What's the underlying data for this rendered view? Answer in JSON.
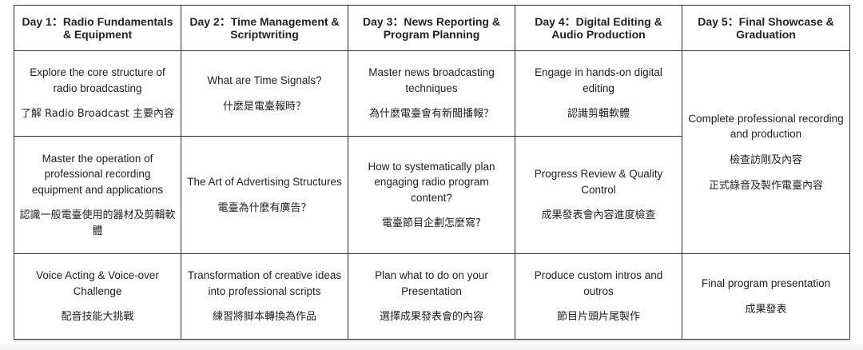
{
  "headers": [
    "Day 1：Radio Fundamentals & Equipment",
    "Day 2：Time Management & Scriptwriting",
    "Day 3：News Reporting & Program Planning",
    "Day 4：Digital Editing & Audio Production",
    "Day 5：Final Showcase & Graduation"
  ],
  "rows": [
    [
      {
        "en": "Explore the core structure of radio broadcasting",
        "zh": "了解 Radio Broadcast 主要內容"
      },
      {
        "en": "What are Time Signals?",
        "zh": "什麼是電臺報時？"
      },
      {
        "en": "Master news broadcasting techniques",
        "zh": "為什麼電臺會有新聞播報？"
      },
      {
        "en": "Engage in hands-on digital editing",
        "zh": "認識剪輯軟體"
      }
    ],
    [
      {
        "en": "Master the operation of professional recording equipment and applications",
        "zh": "認識一般電臺使用的器材及剪輯軟體"
      },
      {
        "en": "The Art of Advertising Structures",
        "zh": "電臺為什麼有廣告？"
      },
      {
        "en": "How to systematically plan engaging radio program content?",
        "zh": "電臺節目企劃怎麼寫?"
      },
      {
        "en": "Progress Review & Quality Control",
        "zh": "成果發表會內容進度檢查"
      }
    ],
    [
      {
        "en": "Voice Acting & Voice-over Challenge",
        "zh": "配音技能大挑戰"
      },
      {
        "en": "Transformation of creative ideas into professional scripts",
        "zh": "練習將脚本轉換為作品"
      },
      {
        "en": "Plan what to do on your Presentation",
        "zh": "選擇成果發表會的內容"
      },
      {
        "en": "Produce custom intros and outros",
        "zh": "節目片頭片尾製作"
      }
    ]
  ],
  "day5": {
    "merged": {
      "en": "Complete professional recording and production",
      "zh1": "檢查訪剛及內容",
      "zh2": "正式錄音及製作電臺內容"
    },
    "last": {
      "en": "Final program presentation",
      "zh": "成果發表"
    }
  }
}
